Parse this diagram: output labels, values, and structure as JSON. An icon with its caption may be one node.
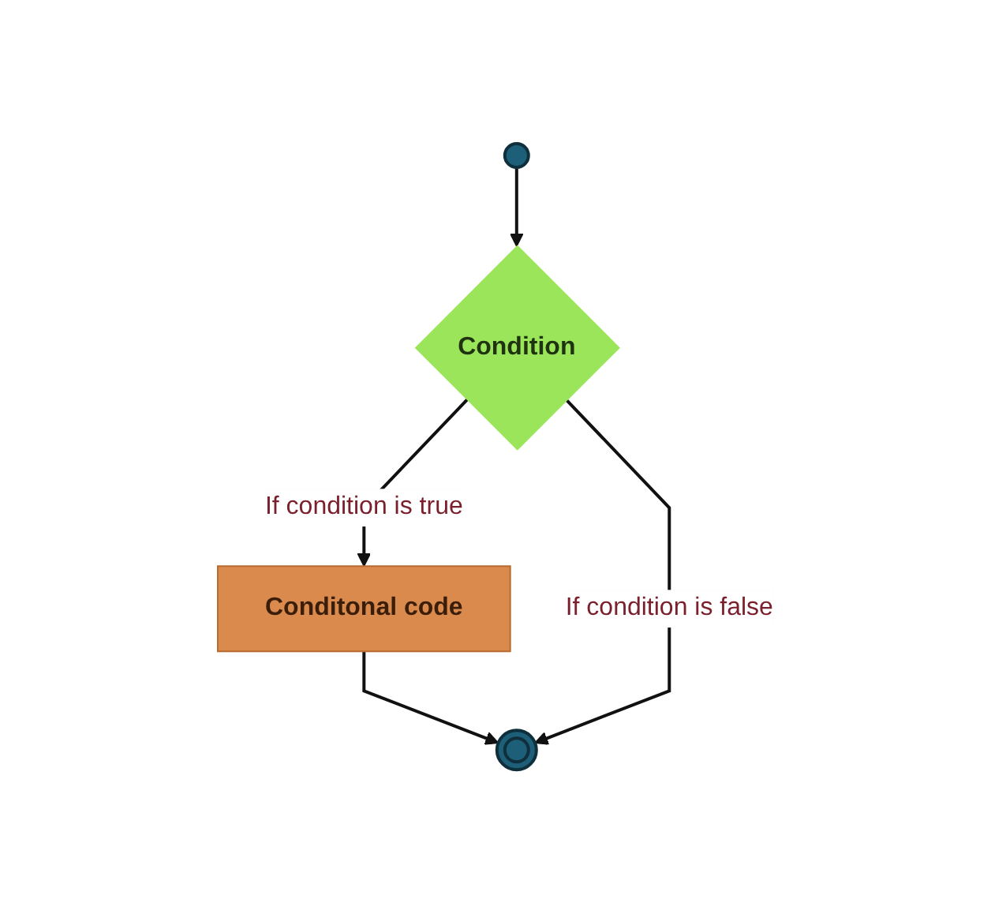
{
  "diagram": {
    "nodes": [
      {
        "text": [],
        "shape": "circle"
      },
      {
        "text": [
          "Condition"
        ]
      },
      {
        "text": [
          "Conditonal code"
        ]
      },
      {
        "text": [],
        "shape": "circle"
      }
    ],
    "edges": [
      {
        "from": 0,
        "to": 1,
        "arrow": "to"
      },
      {
        "from": 1,
        "to": 2,
        "arrow": "to",
        "label": "If condition is true"
      },
      {
        "from": 2,
        "to": 3,
        "arrow": "to"
      },
      {
        "from": 1,
        "to": 3,
        "arrow": "to",
        "label": "If condition is false"
      }
    ]
  }
}
